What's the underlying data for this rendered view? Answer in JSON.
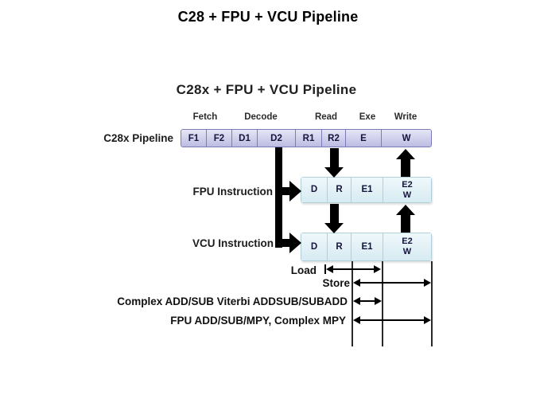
{
  "page": {
    "title": "C28 + FPU + VCU Pipeline"
  },
  "diagram": {
    "title": "C28x + FPU + VCU Pipeline",
    "stages": [
      {
        "label": "Fetch"
      },
      {
        "label": "Decode"
      },
      {
        "label": "Read"
      },
      {
        "label": "Exe"
      },
      {
        "label": "Write"
      }
    ],
    "c28x_row": {
      "label": "C28x Pipeline",
      "cells": [
        {
          "text": "F1"
        },
        {
          "text": "F2"
        },
        {
          "text": "D1"
        },
        {
          "text": "D2"
        },
        {
          "text": "R1"
        },
        {
          "text": "R2"
        },
        {
          "text": "E"
        },
        {
          "text": "W"
        }
      ]
    },
    "fpu_row": {
      "label": "FPU Instruction",
      "cells": [
        {
          "text": "D"
        },
        {
          "text": "R"
        },
        {
          "text": "E1"
        }
      ],
      "last_cell": {
        "line1": "E2",
        "line2": "W"
      }
    },
    "vcu_row": {
      "label": "VCU Instruction",
      "cells": [
        {
          "text": "D"
        },
        {
          "text": "R"
        },
        {
          "text": "E1"
        }
      ],
      "last_cell": {
        "line1": "E2",
        "line2": "W"
      }
    },
    "timing": [
      {
        "label": "Load"
      },
      {
        "label": "Store"
      },
      {
        "label": "Complex ADD/SUB Viterbi ADDSUB/SUBADD"
      },
      {
        "label": "FPU ADD/SUB/MPY, Complex MPY"
      }
    ],
    "colors": {
      "c28x_cell_fill_top": "#e8e8f7",
      "c28x_cell_fill_bottom": "#b9b9e2",
      "c28x_cell_border": "#7b7bb8",
      "fpu_cell_fill_top": "#eef8fb",
      "fpu_cell_fill_bottom": "#d7ebf2",
      "fpu_cell_border": "#b2cfd9",
      "arrow": "#000000",
      "background": "#ffffff"
    }
  }
}
